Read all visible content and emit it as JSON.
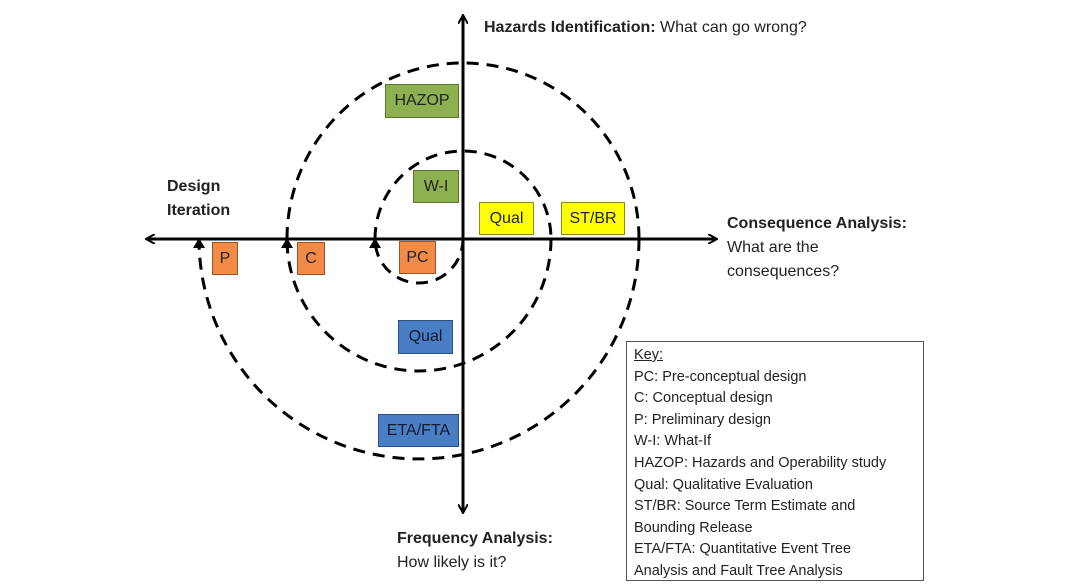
{
  "axes": {
    "top": {
      "bold": "Hazards Identification:",
      "text": " What can go wrong?"
    },
    "right": {
      "bold": "Consequence Analysis:",
      "line2": "What are the",
      "line3": "consequences?"
    },
    "bottom": {
      "bold": "Frequency Analysis:",
      "text": "How likely is it?"
    },
    "left": {
      "line1": "Design",
      "line2": "Iteration"
    }
  },
  "boxes": {
    "hazop": "HAZOP",
    "wi": "W-I",
    "qual_yellow": "Qual",
    "stbr": "ST/BR",
    "pc": "PC",
    "c": "C",
    "p": "P",
    "qual_blue": "Qual",
    "etafta": "ETA/FTA"
  },
  "colors": {
    "green": "#8db050",
    "yellow": "#ffff00",
    "orange": "#f38b46",
    "blue": "#4a7ec4"
  },
  "key": {
    "title": "Key:",
    "items": [
      "PC: Pre-conceptual design",
      "C: Conceptual design",
      "P: Preliminary design",
      "W-I: What-If",
      "HAZOP: Hazards and Operability study",
      "Qual: Qualitative Evaluation",
      "ST/BR: Source Term Estimate and",
      "Bounding Release",
      "ETA/FTA: Quantitative Event Tree",
      "Analysis and Fault Tree Analysis"
    ]
  }
}
